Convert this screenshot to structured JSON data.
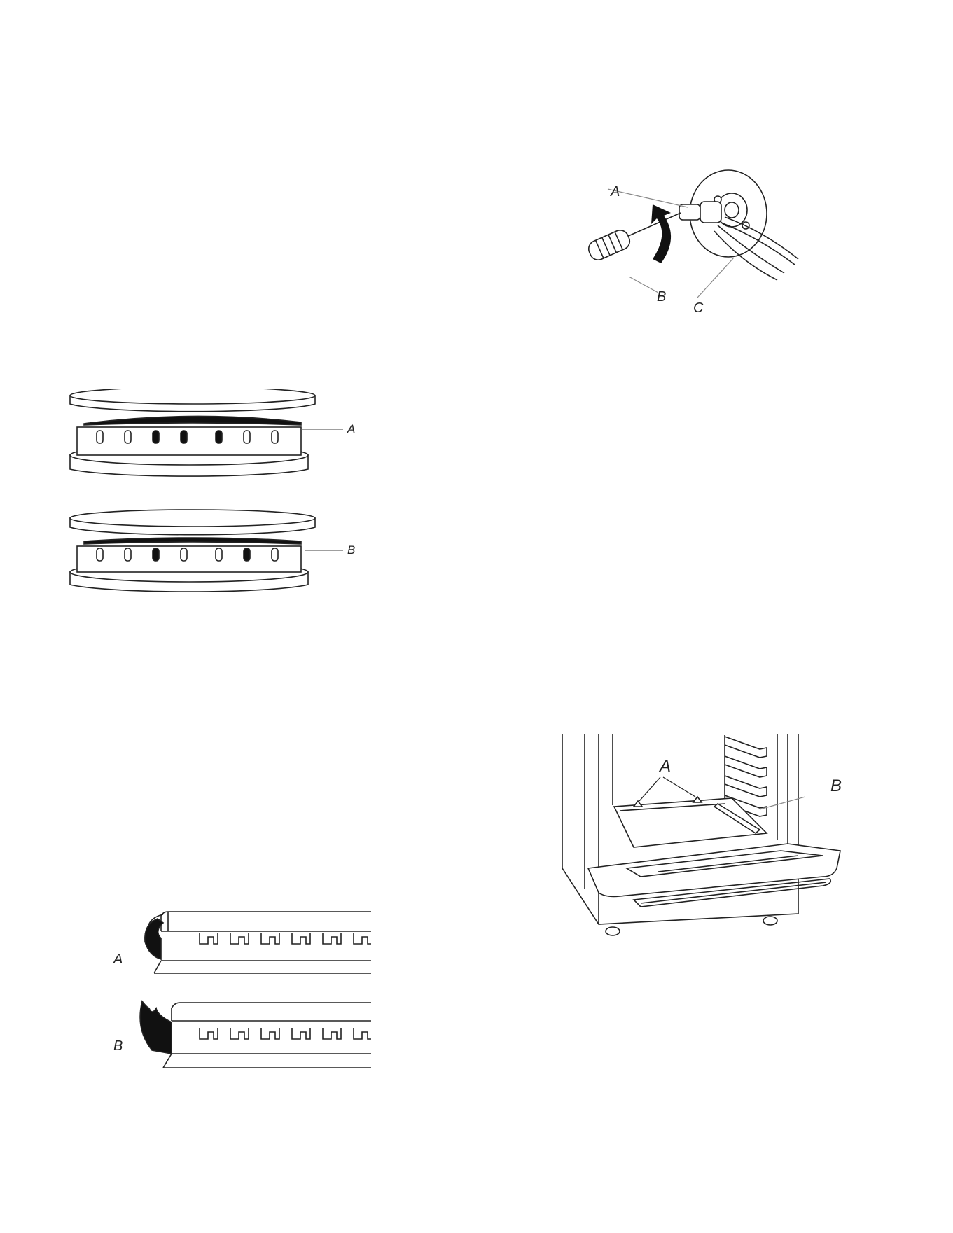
{
  "figure_burner_cap": {
    "label_a": "A",
    "label_b": "B"
  },
  "figure_valve_adjust": {
    "label_a": "A",
    "label_b": "B",
    "label_c": "C"
  },
  "figure_flame_shape": {
    "label_a": "A",
    "label_b": "B"
  },
  "figure_oven_bottom": {
    "label_a": "A",
    "label_b": "B"
  },
  "colors": {
    "line": "#222222",
    "leader": "#888888",
    "fill_dark": "#111111"
  }
}
